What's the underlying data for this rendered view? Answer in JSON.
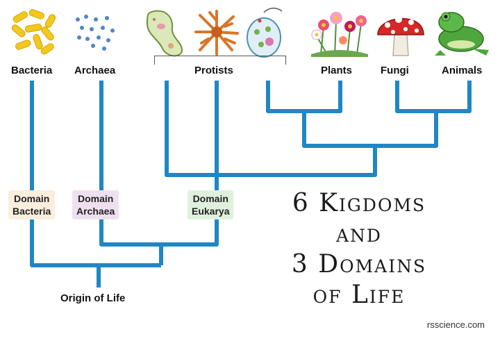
{
  "organisms": {
    "bacteria": "Bacteria",
    "archaea": "Archaea",
    "protists": "Protists",
    "plants": "Plants",
    "fungi": "Fungi",
    "animals": "Animals"
  },
  "domains": {
    "bacteria": {
      "line1": "Domain",
      "line2": "Bacteria"
    },
    "archaea": {
      "line1": "Domain",
      "line2": "Archaea"
    },
    "eukarya": {
      "line1": "Domain",
      "line2": "Eukarya"
    }
  },
  "root_label": "Origin of Life",
  "title": {
    "line1": "6 Kigdoms",
    "line2": "and",
    "line3": "3 Domains",
    "line4": "of Life"
  },
  "credit": "rsscience.com",
  "colors": {
    "branch": "#1f87c4",
    "domain_bacteria_bg": "#fbeedd",
    "domain_archaea_bg": "#efe0f0",
    "domain_eukarya_bg": "#dff1dc"
  }
}
